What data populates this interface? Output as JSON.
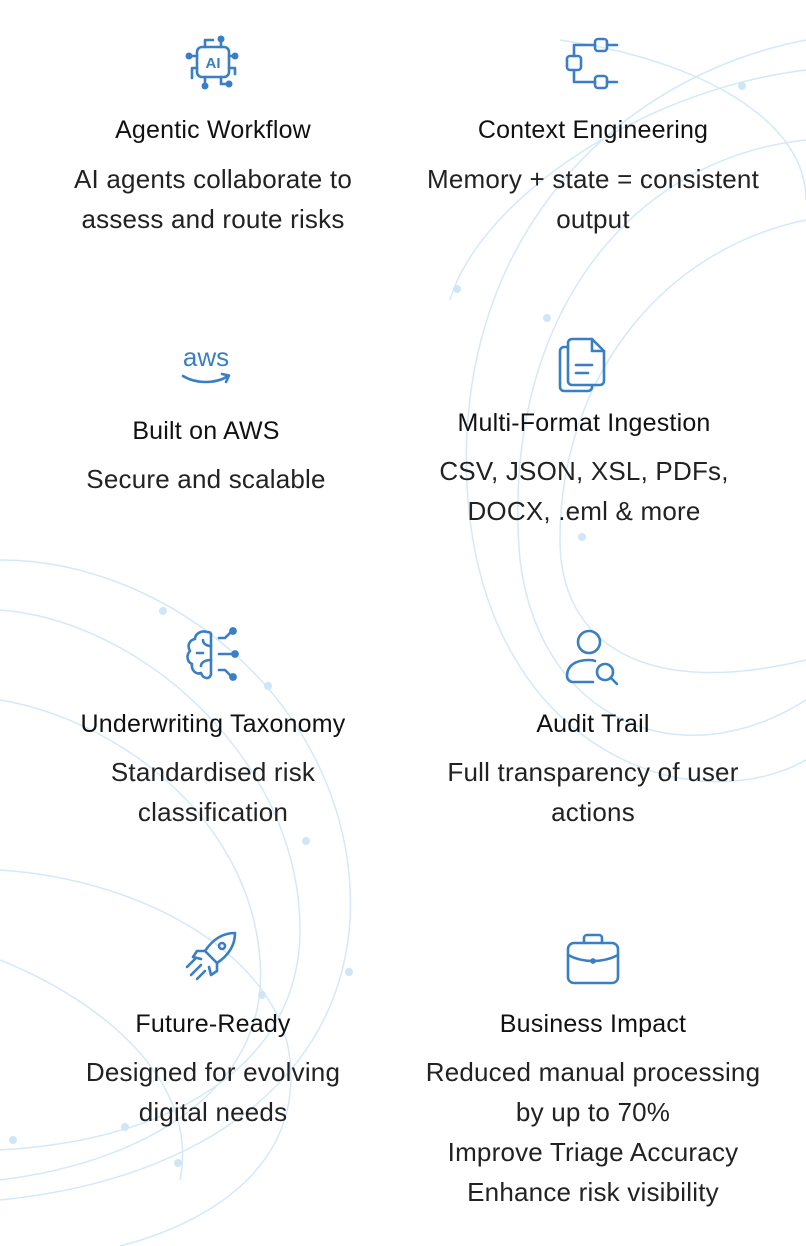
{
  "colors": {
    "icon": "#3a7ec4",
    "background_lines": "#cfe6f7",
    "title": "#111111",
    "text": "#222222"
  },
  "features": [
    {
      "icon": "ai-chip-icon",
      "title": "Agentic Workflow",
      "lines": [
        "AI agents collaborate to",
        "assess and route risks"
      ],
      "icon_label": "AI"
    },
    {
      "icon": "flowchart-icon",
      "title": "Context Engineering",
      "lines": [
        "Memory + state = consistent",
        "output"
      ]
    },
    {
      "icon": "aws-logo-icon",
      "title": "Built on AWS",
      "lines": [
        "Secure and scalable"
      ],
      "icon_label": "aws"
    },
    {
      "icon": "documents-icon",
      "title": "Multi-Format Ingestion",
      "lines": [
        "CSV, JSON, XSL, PDFs,",
        "DOCX, .eml & more"
      ]
    },
    {
      "icon": "brain-network-icon",
      "title": "Underwriting Taxonomy",
      "lines": [
        "Standardised risk",
        "classification"
      ]
    },
    {
      "icon": "user-search-icon",
      "title": "Audit Trail",
      "lines": [
        "Full transparency of user",
        "actions"
      ]
    },
    {
      "icon": "rocket-icon",
      "title": "Future-Ready",
      "lines": [
        "Designed for evolving",
        "digital needs"
      ]
    },
    {
      "icon": "briefcase-icon",
      "title": "Business Impact",
      "lines": [
        "Reduced manual processing",
        "by up to 70%",
        "Improve Triage Accuracy",
        "Enhance risk visibility"
      ]
    }
  ]
}
